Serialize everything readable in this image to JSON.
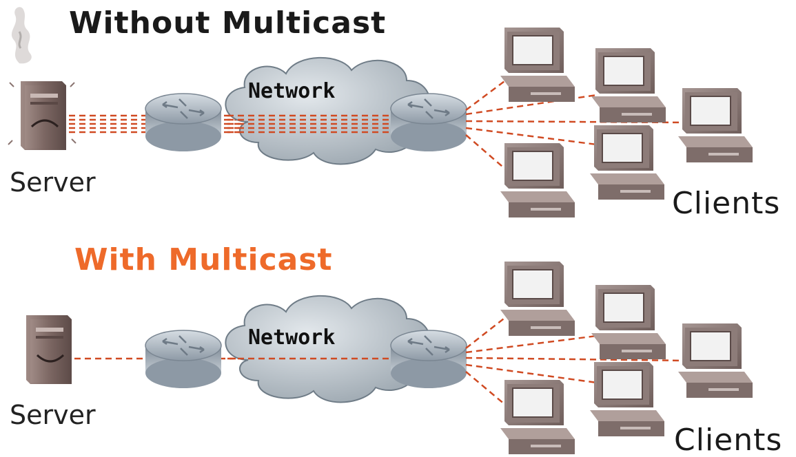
{
  "panels": [
    {
      "title": "Without Multicast",
      "network_label": "Network",
      "server_label": "Server",
      "clients_label": "Clients"
    },
    {
      "title": "With Multicast",
      "network_label": "Network",
      "server_label": "Server",
      "clients_label": "Clients"
    }
  ],
  "colors": {
    "title_without": "#1a1a1a",
    "title_with": "#ee6a2a",
    "link": "#d04a22",
    "cloud": "#b9c2c9",
    "router": "#9aa6b2",
    "server": "#8a7470",
    "monitor": "#8c7a76",
    "screen": "#f2f2f2"
  },
  "icons": [
    "server-icon",
    "router-icon",
    "cloud-icon",
    "computer-icon",
    "smoke-icon"
  ]
}
